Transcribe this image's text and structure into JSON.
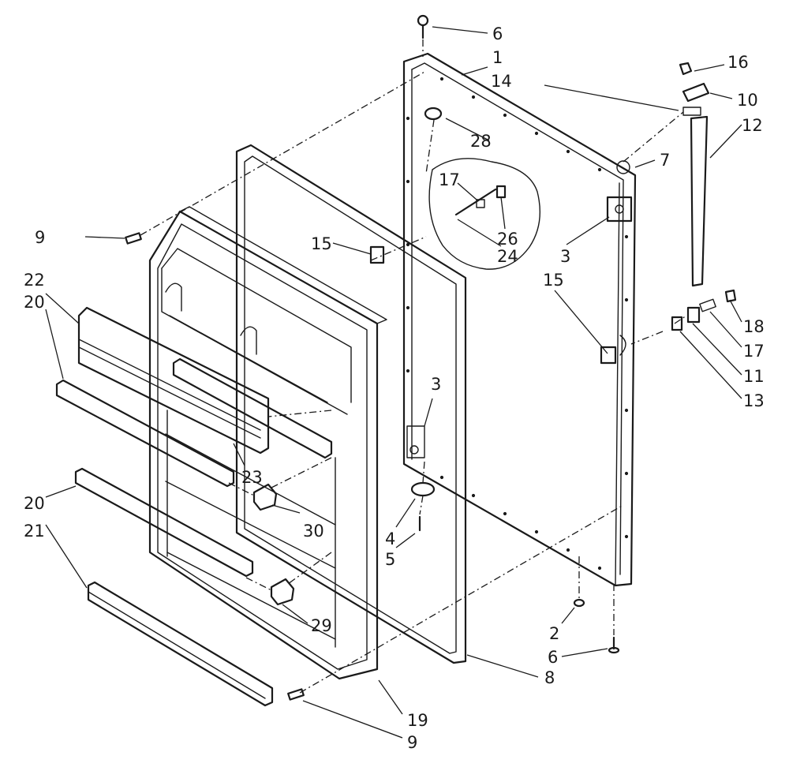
{
  "diagram": {
    "parts": [
      {
        "id": "p1",
        "label": "1"
      },
      {
        "id": "p2",
        "label": "2"
      },
      {
        "id": "p3a",
        "label": "3"
      },
      {
        "id": "p3b",
        "label": "3"
      },
      {
        "id": "p4",
        "label": "4"
      },
      {
        "id": "p5",
        "label": "5"
      },
      {
        "id": "p6a",
        "label": "6"
      },
      {
        "id": "p6b",
        "label": "6"
      },
      {
        "id": "p7",
        "label": "7"
      },
      {
        "id": "p8",
        "label": "8"
      },
      {
        "id": "p9a",
        "label": "9"
      },
      {
        "id": "p9b",
        "label": "9"
      },
      {
        "id": "p10",
        "label": "10"
      },
      {
        "id": "p11",
        "label": "11"
      },
      {
        "id": "p12",
        "label": "12"
      },
      {
        "id": "p13",
        "label": "13"
      },
      {
        "id": "p14",
        "label": "14"
      },
      {
        "id": "p15a",
        "label": "15"
      },
      {
        "id": "p15b",
        "label": "15"
      },
      {
        "id": "p16",
        "label": "16"
      },
      {
        "id": "p17a",
        "label": "17"
      },
      {
        "id": "p17b",
        "label": "17"
      },
      {
        "id": "p18",
        "label": "18"
      },
      {
        "id": "p19",
        "label": "19"
      },
      {
        "id": "p20a",
        "label": "20"
      },
      {
        "id": "p20b",
        "label": "20"
      },
      {
        "id": "p21",
        "label": "21"
      },
      {
        "id": "p22",
        "label": "22"
      },
      {
        "id": "p23",
        "label": "23"
      },
      {
        "id": "p24",
        "label": "24"
      },
      {
        "id": "p26",
        "label": "26"
      },
      {
        "id": "p28",
        "label": "28"
      },
      {
        "id": "p29",
        "label": "29"
      },
      {
        "id": "p30",
        "label": "30"
      }
    ]
  }
}
